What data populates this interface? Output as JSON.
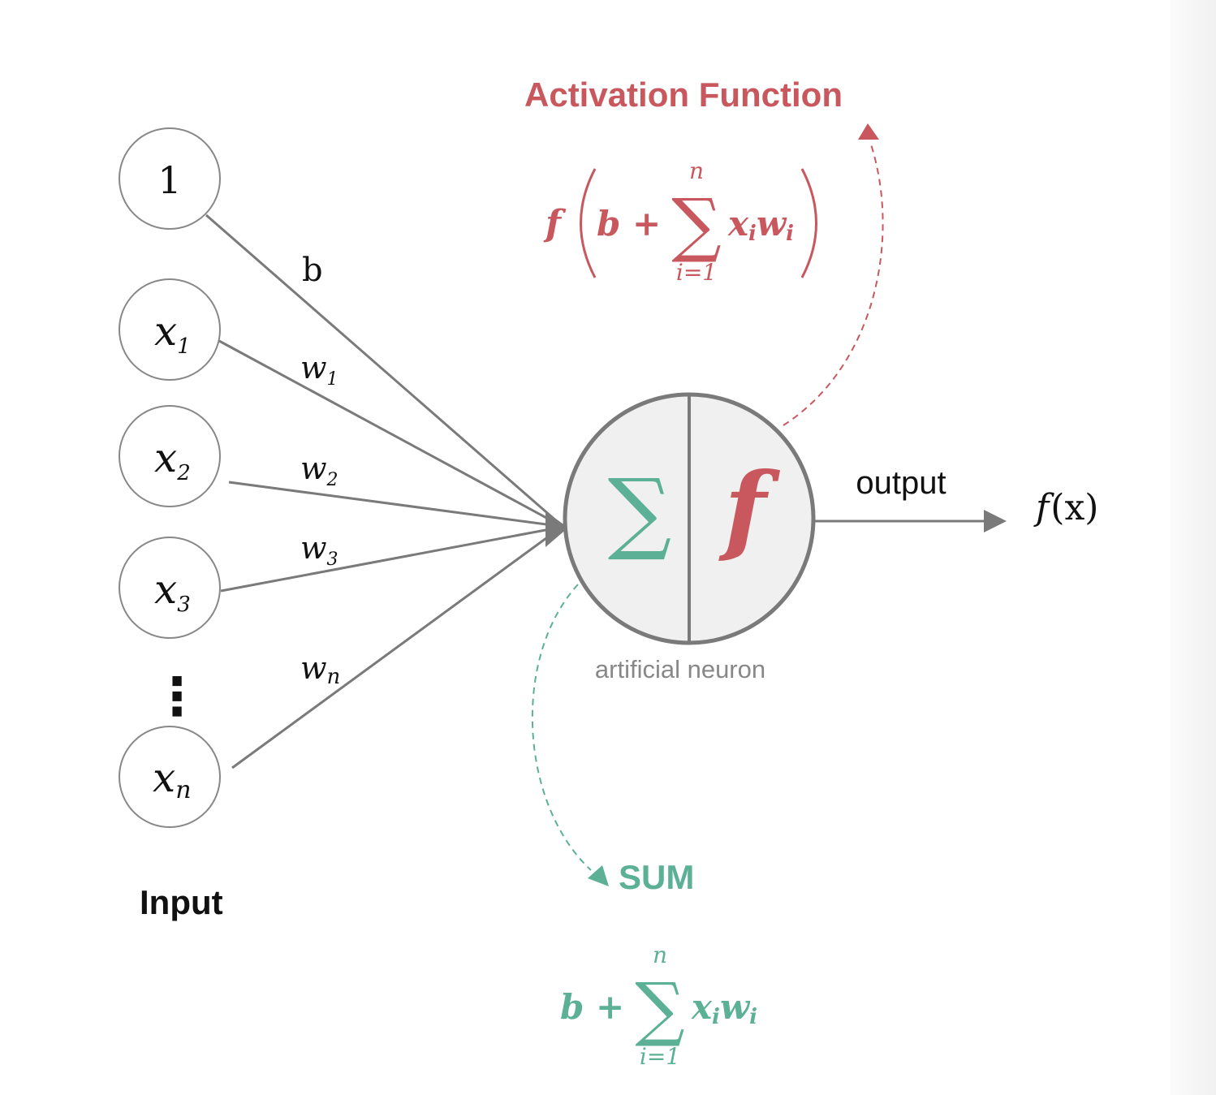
{
  "colors": {
    "activation": "#c8585e",
    "sum": "#5cb095",
    "line": "#7a7a7a",
    "neuron_fill": "#f0f0f0",
    "node_stroke": "#888888",
    "text": "#111111",
    "muted": "#888888"
  },
  "activation": {
    "title": "Activation Function",
    "f": "f",
    "b_plus": "b +",
    "upper": "n",
    "sigma": "∑",
    "lower": "i=1",
    "term_x": "x",
    "term_i1": "i",
    "term_w": "w",
    "term_i2": "i"
  },
  "inputs": {
    "bias_node": "1",
    "x_letter": "x",
    "x1_sub": "1",
    "x2_sub": "2",
    "x3_sub": "3",
    "xn_sub": "n",
    "ellipsis": "⋮",
    "label": "Input"
  },
  "weights": {
    "b": "b",
    "w_letter": "w",
    "w1_sub": "1",
    "w2_sub": "2",
    "w3_sub": "3",
    "wn_sub": "n"
  },
  "neuron": {
    "sum_symbol": "∑",
    "f_symbol": "f",
    "caption": "artificial neuron"
  },
  "output": {
    "label": "output",
    "fx_f": "f",
    "fx_rest": "(x)"
  },
  "sum": {
    "title": "SUM",
    "b_plus": "b +",
    "upper": "n",
    "sigma": "∑",
    "lower": "i=1",
    "term_x": "x",
    "term_i1": "i",
    "term_w": "w",
    "term_i2": "i"
  }
}
